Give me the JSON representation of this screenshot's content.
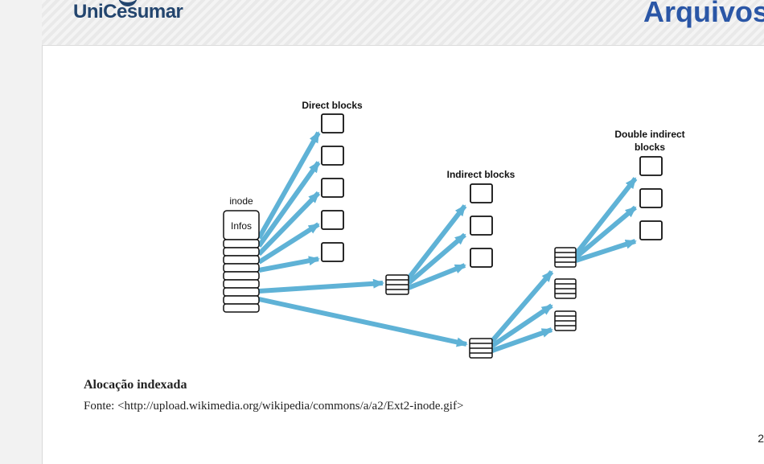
{
  "header": {
    "logo_text": "UniCesumar",
    "title": "Arquivos"
  },
  "diagram": {
    "labels": {
      "direct_blocks": "Direct blocks",
      "indirect_blocks": "Indirect blocks",
      "double_indirect_line1": "Double indirect",
      "double_indirect_line2": "blocks",
      "inode": "inode",
      "infos": "Infos"
    },
    "colors": {
      "arrow": "#5fb2d6",
      "block_border": "#111111"
    }
  },
  "caption": {
    "title": "Alocação indexada",
    "source": "Fonte: <http://upload.wikimedia.org/wikipedia/commons/a/a2/Ext2-inode.gif>"
  },
  "page_number": "2"
}
